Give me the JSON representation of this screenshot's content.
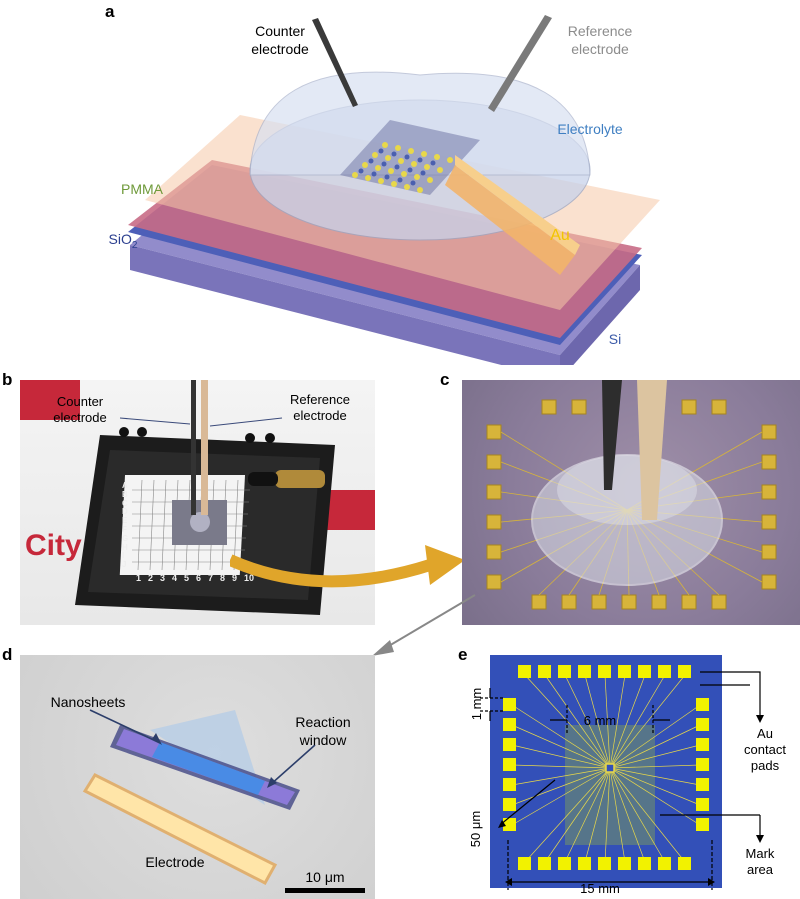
{
  "panel_a": {
    "letter": "a",
    "counter_electrode": [
      "Counter",
      "electrode"
    ],
    "reference_electrode": [
      "Reference",
      "electrode"
    ],
    "electrolyte": "Electrolyte",
    "pmma": "PMMA",
    "sio2_main": "SiO",
    "sio2_sub": "2",
    "au": "Au",
    "si": "Si",
    "colors": {
      "electrolyte": "#3f7fc2",
      "pmma": "#6f9a3a",
      "sio2": "#2b3f8f",
      "au": "#f2c400",
      "si": "#3a5aa8",
      "reference": "#8c8c8c"
    }
  },
  "panel_b": {
    "letter": "b",
    "counter_electrode": [
      "Counter",
      "electrode"
    ],
    "reference_electrode": [
      "Reference",
      "electrode"
    ],
    "grid_letters": [
      "A",
      "B",
      "C",
      "D",
      "E",
      "F",
      "G",
      "H",
      "I",
      "J"
    ],
    "grid_numbers": [
      "1",
      "2",
      "3",
      "4",
      "5",
      "6",
      "7",
      "8",
      "9",
      "10"
    ]
  },
  "panel_c": {
    "letter": "c"
  },
  "panel_d": {
    "letter": "d",
    "nanosheets": "Nanosheets",
    "reaction_window": [
      "Reaction",
      "window"
    ],
    "electrode": "Electrode",
    "scale_bar": "10 μm"
  },
  "panel_e": {
    "letter": "e",
    "dim_1mm": "1 mm",
    "dim_6mm": "6 mm",
    "dim_15mm": "15 mm",
    "dim_50um": "50 μm",
    "au_contact_pads": [
      "Au",
      "contact",
      "pads"
    ],
    "mark_area": [
      "Mark",
      "area"
    ],
    "colors": {
      "chip": "#3350b8",
      "pad": "#f2f200"
    }
  }
}
